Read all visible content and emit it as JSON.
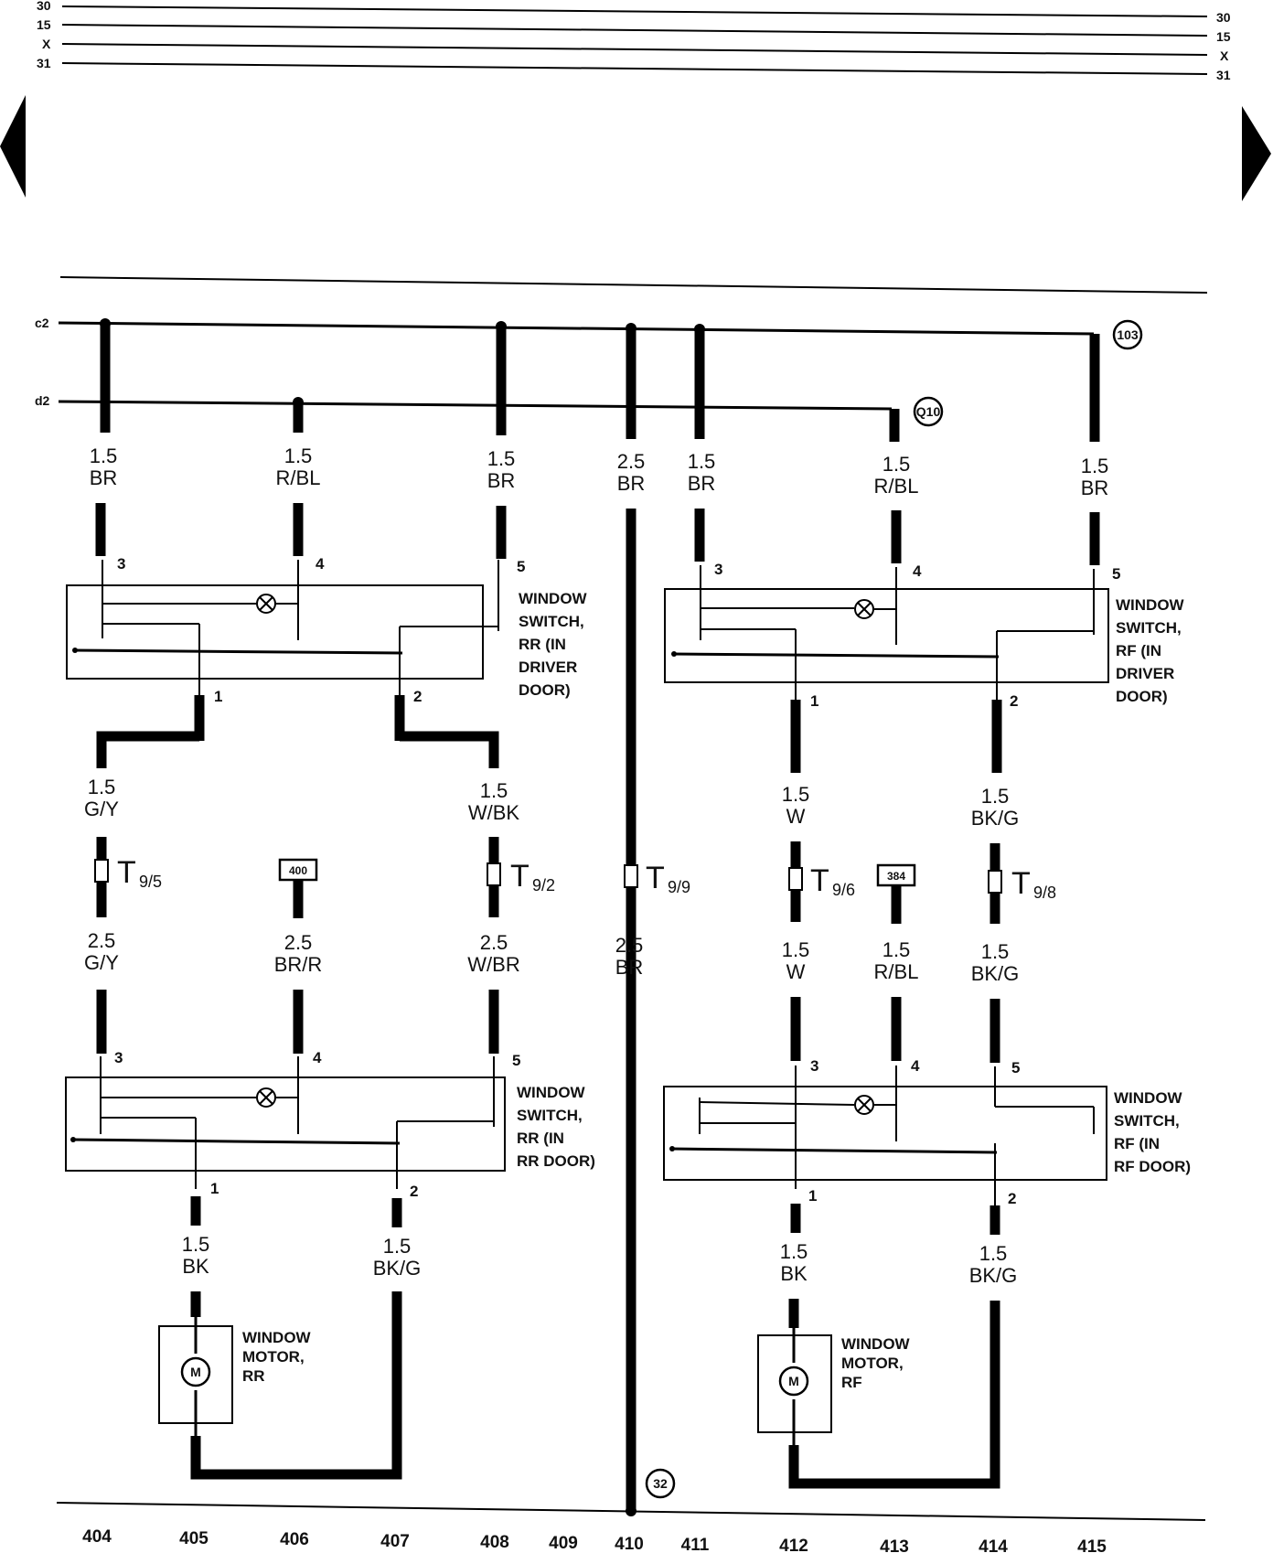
{
  "bus": {
    "left": [
      "30",
      "15",
      "X",
      "31"
    ],
    "right": [
      "30",
      "15",
      "X",
      "31"
    ],
    "c2": "c2",
    "d2": "d2"
  },
  "refs": {
    "r103": "103",
    "q10": "Q10",
    "r32": "32",
    "b400": "400",
    "b384": "384"
  },
  "wires": {
    "w1": {
      "size": "1.5",
      "color": "BR"
    },
    "w2": {
      "size": "1.5",
      "color": "R/BL"
    },
    "w3": {
      "size": "1.5",
      "color": "BR"
    },
    "w4": {
      "size": "2.5",
      "color": "BR"
    },
    "w5": {
      "size": "1.5",
      "color": "BR"
    },
    "w6": {
      "size": "1.5",
      "color": "R/BL"
    },
    "w7": {
      "size": "1.5",
      "color": "BR"
    },
    "w8": {
      "size": "1.5",
      "color": "G/Y"
    },
    "w9": {
      "size": "1.5",
      "color": "W/BK"
    },
    "w10": {
      "size": "1.5",
      "color": "W"
    },
    "w11": {
      "size": "1.5",
      "color": "BK/G"
    },
    "w12": {
      "size": "2.5",
      "color": "G/Y"
    },
    "w13": {
      "size": "2.5",
      "color": "BR/R"
    },
    "w14": {
      "size": "2.5",
      "color": "W/BR"
    },
    "w15": {
      "size": "2.5",
      "color": "BR"
    },
    "w16": {
      "size": "1.5",
      "color": "W"
    },
    "w17": {
      "size": "1.5",
      "color": "R/BL"
    },
    "w18": {
      "size": "1.5",
      "color": "BK/G"
    },
    "w19": {
      "size": "1.5",
      "color": "BK"
    },
    "w20": {
      "size": "1.5",
      "color": "BK/G"
    },
    "w21": {
      "size": "1.5",
      "color": "BK"
    },
    "w22": {
      "size": "1.5",
      "color": "BK/G"
    }
  },
  "connectors": {
    "t1": {
      "letter": "T",
      "sub": "9/5"
    },
    "t2": {
      "letter": "T",
      "sub": "9/2"
    },
    "t3": {
      "letter": "T",
      "sub": "9/9"
    },
    "t4": {
      "letter": "T",
      "sub": "9/6"
    },
    "t5": {
      "letter": "T",
      "sub": "9/8"
    }
  },
  "pins": {
    "s1": {
      "p3": "3",
      "p4": "4",
      "p5": "5",
      "p1": "1",
      "p2": "2"
    },
    "s2": {
      "p3": "3",
      "p4": "4",
      "p5": "5",
      "p1": "1",
      "p2": "2"
    },
    "s3": {
      "p3": "3",
      "p4": "4",
      "p5": "5",
      "p1": "1",
      "p2": "2"
    },
    "s4": {
      "p3": "3",
      "p4": "4",
      "p5": "5",
      "p1": "1",
      "p2": "2"
    }
  },
  "components": {
    "switch_rr_driver": [
      "WINDOW",
      "SWITCH,",
      "RR (IN",
      "DRIVER",
      "DOOR)"
    ],
    "switch_rf_driver": [
      "WINDOW",
      "SWITCH,",
      "RF (IN",
      "DRIVER",
      "DOOR)"
    ],
    "switch_rr_door": [
      "WINDOW",
      "SWITCH,",
      "RR (IN",
      "RR DOOR)"
    ],
    "switch_rf_door": [
      "WINDOW",
      "SWITCH,",
      "RF (IN",
      "RF DOOR)"
    ],
    "motor_rr": [
      "WINDOW",
      "MOTOR,",
      "RR"
    ],
    "motor_rf": [
      "WINDOW",
      "MOTOR,",
      "RF"
    ],
    "motor_symbol": "M"
  },
  "columns": [
    "404",
    "405",
    "406",
    "407",
    "408",
    "409",
    "410",
    "411",
    "412",
    "413",
    "414",
    "415"
  ],
  "colors": {
    "ink": "#000000",
    "paper": "#ffffff"
  }
}
